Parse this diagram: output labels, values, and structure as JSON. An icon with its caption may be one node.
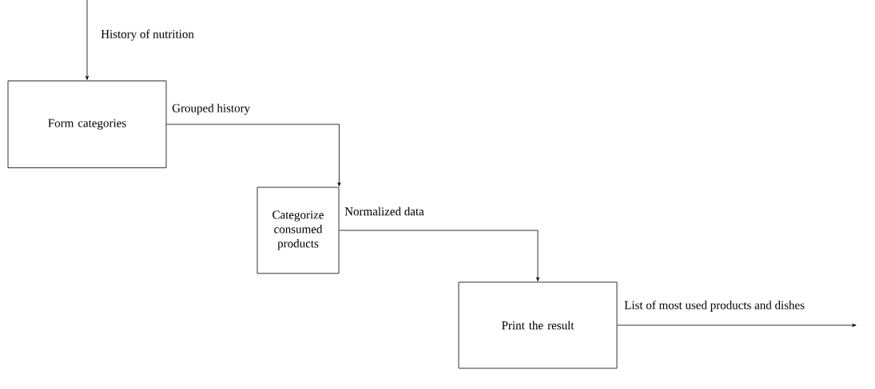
{
  "diagram": {
    "nodes": [
      {
        "text": [
          "Form categories"
        ]
      },
      {
        "text": [
          "Categorize consumed products"
        ]
      },
      {
        "text": [
          "Print the result"
        ]
      }
    ],
    "edges": [
      {
        "from": null,
        "to": 0,
        "arrow": "to",
        "label": "History of nutrition"
      },
      {
        "from": 0,
        "to": 1,
        "arrow": "to",
        "label": "Grouped history"
      },
      {
        "from": 1,
        "to": 2,
        "arrow": "to",
        "label": "Normalized data"
      },
      {
        "from": 2,
        "to": null,
        "arrow": "to",
        "label": "List of most used products and dishes"
      }
    ]
  }
}
